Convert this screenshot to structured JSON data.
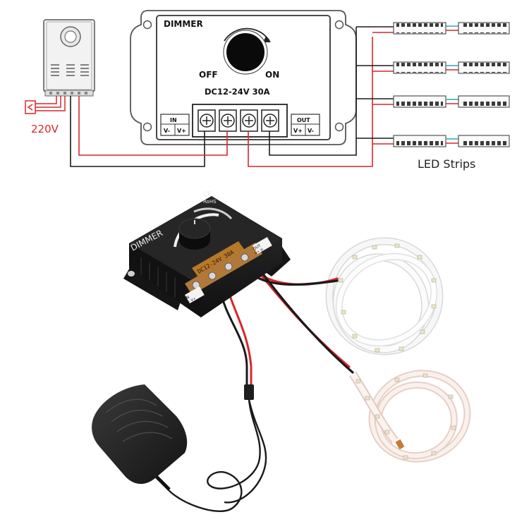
{
  "diagram": {
    "dimmer_title": "DIMMER",
    "off_label": "OFF",
    "on_label": "ON",
    "rating": "DC12-24V 30A",
    "in_label": "IN",
    "in_minus": "V-",
    "in_plus": "V+",
    "out_label": "OUT",
    "out_plus": "V+",
    "out_minus": "V-",
    "mains_voltage": "220V",
    "strips_caption": "LED Strips"
  },
  "photo": {
    "dimmer_text": "DIMMER",
    "rating_text": "DC12-24V 30A",
    "ce_mark": "CE",
    "rohs_mark": "RoHS",
    "in_text": "IN",
    "in_terminals": "V- V+",
    "out_text": "OUT",
    "out_terminals": "V+ V-"
  },
  "colors": {
    "wire_positive": "#d9262c",
    "wire_negative": "#1a1a1a",
    "strip_led": "#333333",
    "strip_seam": "#2aa7b8",
    "housing_dark": "#1d1d1d",
    "terminal_amber": "#c7822b"
  }
}
